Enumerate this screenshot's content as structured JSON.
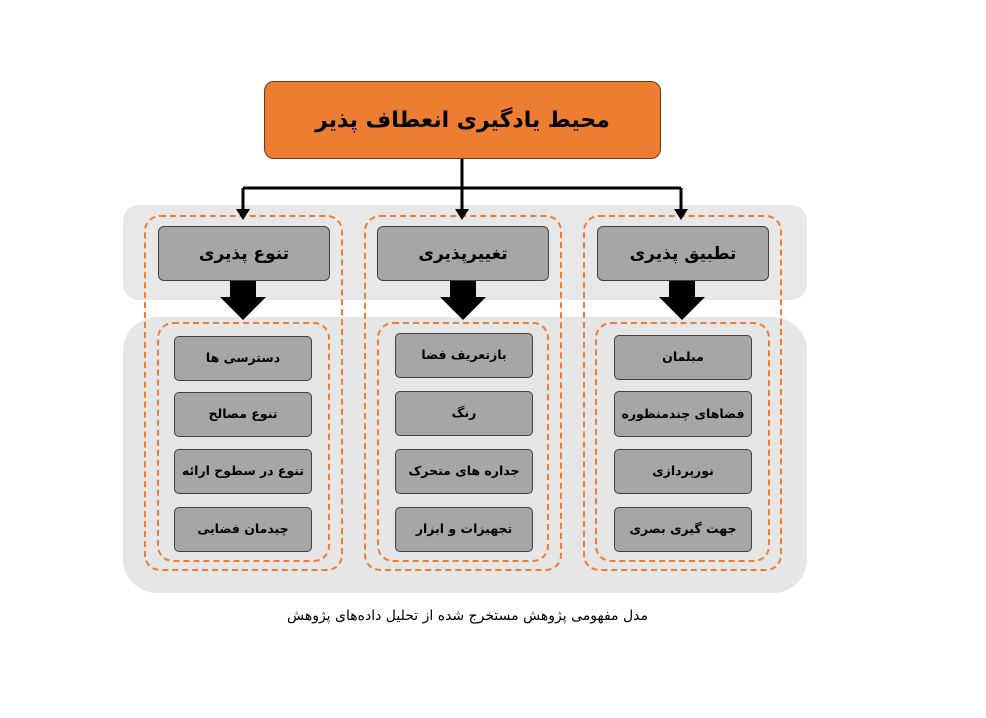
{
  "diagram": {
    "root": "محیط یادگیری انعطاف پذیر",
    "categories": [
      {
        "label": "تطبیق پذیری",
        "items": [
          "مبلمان",
          "فضاهای چندمنظوره",
          "نورپردازی",
          "جهت گیری بصری"
        ]
      },
      {
        "label": "تغییرپذیری",
        "items": [
          "بازتعریف فضا",
          "رنگ",
          "جداره های متحرک",
          "تجهیزات و ابزار"
        ]
      },
      {
        "label": "تنوع پذیری",
        "items": [
          "دسترسی ها",
          "تنوع مصالح",
          "تنوع در سطوح ارائه",
          "چیدمان فضایی"
        ]
      }
    ]
  },
  "caption": "مدل مفهومی پژوهش مستخرج شده از تحلیل داده‌های پژوهش",
  "colors": {
    "root_fill": "#ed7d31",
    "box_fill": "#a6a6a6",
    "dashed_outline": "#ed7d31",
    "band_fill": "#e8e8e8"
  }
}
